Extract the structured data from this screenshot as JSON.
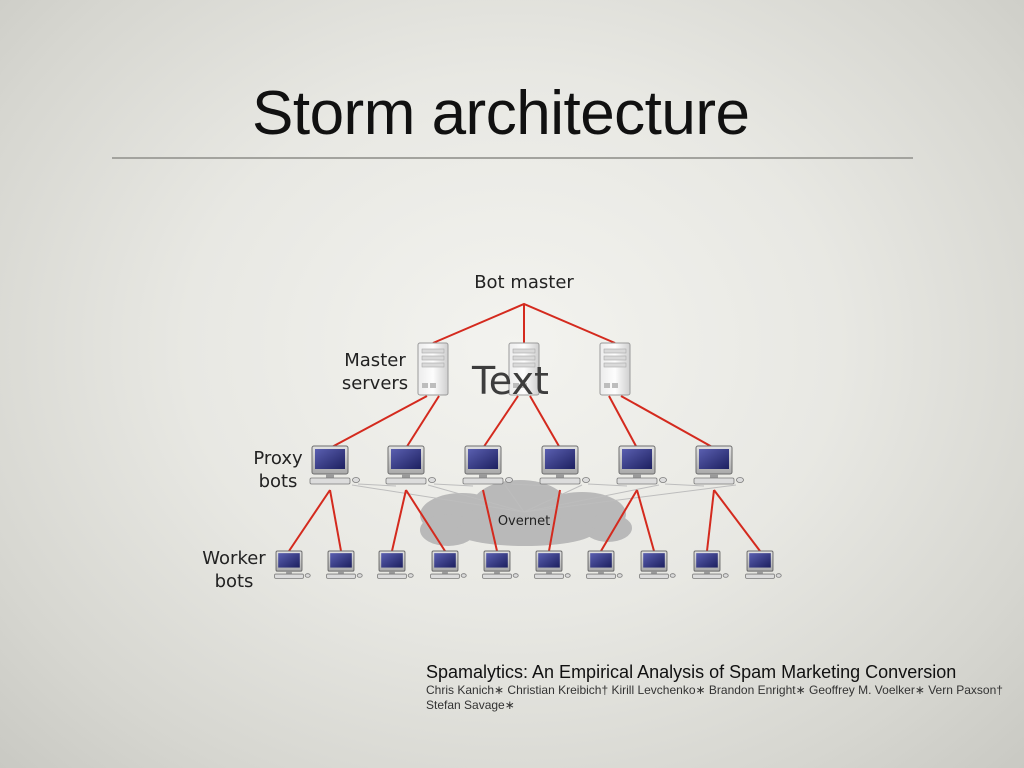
{
  "slide": {
    "title": "Storm architecture"
  },
  "diagram": {
    "labels": {
      "bot_master": "Bot master",
      "master_servers_line1": "Master",
      "master_servers_line2": "servers",
      "proxy_bots_line1": "Proxy",
      "proxy_bots_line2": "bots",
      "worker_bots_line1": "Worker",
      "worker_bots_line2": "bots",
      "overnet": "Overnet"
    },
    "overlay_text": "Text",
    "counts": {
      "master_servers": 3,
      "proxy_bots": 6,
      "worker_bots": 10
    },
    "colors": {
      "control_link": "#d42a1e",
      "overnet_link": "#bdbdbd",
      "cloud": "#b9b9b9"
    }
  },
  "citation": {
    "title": "Spamalytics: An Empirical Analysis of Spam Marketing Conversion",
    "authors": "Chris Kanich∗ Christian Kreibich† Kirill Levchenko∗ Brandon Enright∗ Geoffrey M. Voelker∗ Vern Paxson† Stefan Savage∗"
  }
}
